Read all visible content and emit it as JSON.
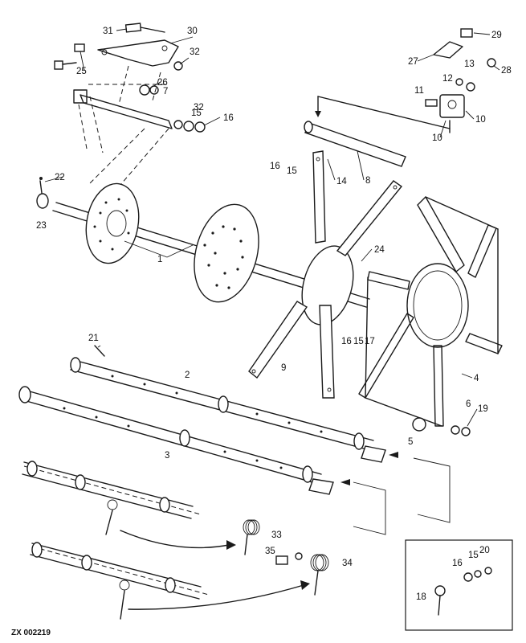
{
  "figure_code": "ZX 002219",
  "callouts": {
    "c1": "1",
    "c2": "2",
    "c3": "3",
    "c4": "4",
    "c5": "5",
    "c6": "6",
    "c7": "7",
    "c8": "8",
    "c9": "9",
    "c10a": "10",
    "c10b": "10",
    "c11": "11",
    "c12": "12",
    "c13": "13",
    "c14": "14",
    "c15a": "15",
    "c15b": "15",
    "c15c": "15",
    "c15d": "15",
    "c16a": "16",
    "c16b": "16",
    "c16c": "16",
    "c16d": "16",
    "c17": "17",
    "c18": "18",
    "c19": "19",
    "c20": "20",
    "c21": "21",
    "c22": "22",
    "c23": "23",
    "c24": "24",
    "c25": "25",
    "c26": "26",
    "c27": "27",
    "c28": "28",
    "c29": "29",
    "c30": "30",
    "c31": "31",
    "c32a": "32",
    "c32b": "32",
    "c33": "33",
    "c34": "34",
    "c35": "35"
  }
}
